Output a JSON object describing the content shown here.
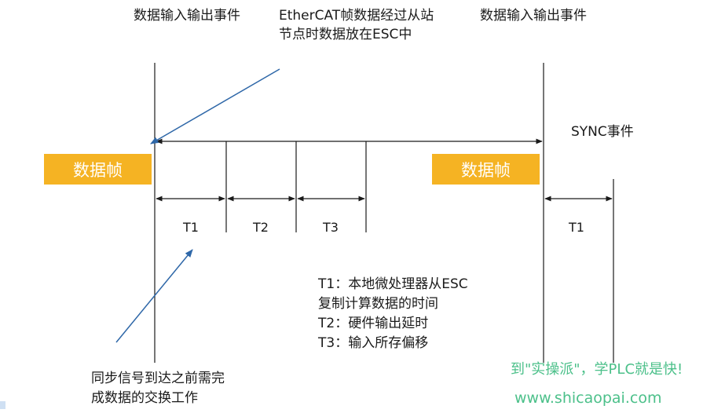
{
  "top_labels": {
    "left_event": "数据输入输出事件",
    "middle_line1": "EtherCAT帧数据经过从站",
    "middle_line2": "节点时数据放在ESC中",
    "right_event": "数据输入输出事件"
  },
  "sync_event": "SYNC事件",
  "frames": {
    "left": "数据帧",
    "right": "数据帧"
  },
  "intervals": {
    "t1": "T1",
    "t2": "T2",
    "t3": "T3",
    "t1_right": "T1"
  },
  "legend": {
    "line1": "T1：本地微处理器从ESC",
    "line2": "复制计算数据的时间",
    "line3": "T2：硬件输出延时",
    "line4": "T3：输入所存偏移"
  },
  "note": {
    "line1": "同步信号到达之前需完",
    "line2": "成数据的交换工作"
  },
  "watermark": {
    "slogan": "到\"实操派\"，学PLC就是快!",
    "url": "www.shicaopai.com"
  },
  "colors": {
    "frame_fill": "#f5b323",
    "annotation_arrow": "#2e67a8",
    "watermark": "#4cc08a",
    "line": "#1a1a1a"
  }
}
